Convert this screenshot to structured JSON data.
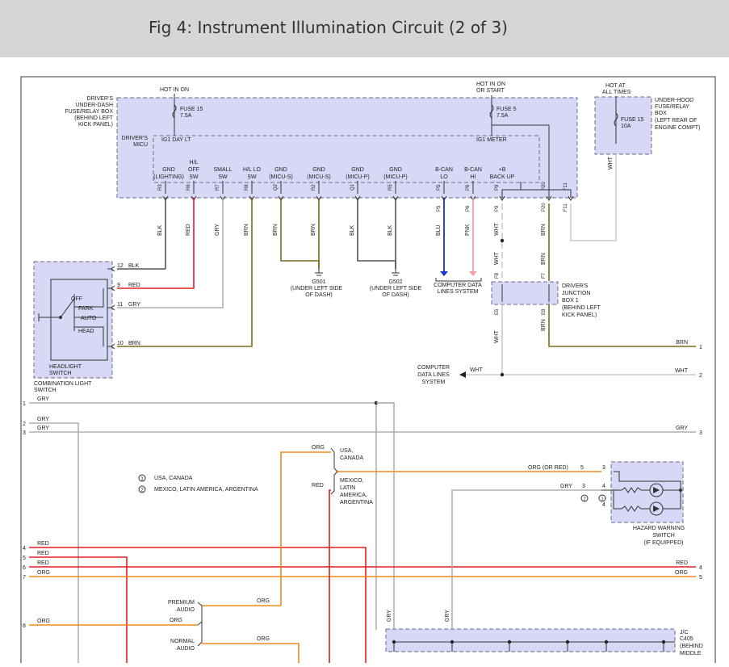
{
  "figure": {
    "title": "Fig 4: Instrument Illumination Circuit (2 of 3)"
  },
  "colors": {
    "header_bg": "#d6d6d6",
    "component_fill": "#d7d8f5",
    "component_stroke": "#6b6b8f",
    "wire_black": "#555555",
    "wire_red": "#e02020",
    "wire_gray": "#b0b0b0",
    "wire_brown": "#7a6a20",
    "wire_blue": "#1a2ecc",
    "wire_pink": "#f0a0a0",
    "wire_white": "#cccccc",
    "wire_orange": "#f08a1c"
  },
  "micu": {
    "label": [
      "DRIVER'S",
      "UNDER-DASH",
      "FUSE/RELAY BOX",
      "(BEHIND LEFT",
      "KICK PANEL)"
    ],
    "micu_label": [
      "DRIVER'S",
      "MICU"
    ],
    "hot_in_on": "HOT IN ON",
    "hot_in_on_start": [
      "HOT IN ON",
      "OR START"
    ],
    "fuse15": [
      "FUSE 15",
      "7.5A"
    ],
    "fuse5": [
      "FUSE 5",
      "7.5A"
    ],
    "ig1_day_lt": "IG1 DAY LT",
    "ig1_meter": "IG1 METER",
    "terminals": [
      {
        "name": [
          "GND",
          "(LIGHTING)"
        ],
        "pin": "R3",
        "wire": "BLK"
      },
      {
        "name": [
          "H/L",
          "OFF",
          "SW"
        ],
        "pin": "R6",
        "wire": "RED"
      },
      {
        "name": [
          "SMALL",
          "SW"
        ],
        "pin": "R7",
        "wire": "GRY"
      },
      {
        "name": [
          "H/L LO",
          "SW"
        ],
        "pin": "R8",
        "wire": "BRN"
      },
      {
        "name": [
          "GND",
          "(MICU-S)"
        ],
        "pin": "Q2",
        "wire": "BRN"
      },
      {
        "name": [
          "GND",
          "(MICU-S)"
        ],
        "pin": "R2",
        "wire": "BRN"
      },
      {
        "name": [
          "GND",
          "(MICU-P)"
        ],
        "pin": "Q1",
        "wire": "BLK"
      },
      {
        "name": [
          "GND",
          "(MICU-P)"
        ],
        "pin": "R5",
        "wire": "BLK"
      },
      {
        "name": [
          "B-CAN",
          "LO"
        ],
        "pin": "P5",
        "wire": "BLU"
      },
      {
        "name": [
          "B-CAN",
          "HI"
        ],
        "pin": "P6",
        "wire": "PNK"
      },
      {
        "name": [
          "+B",
          "BACK UP"
        ],
        "pin": "P9",
        "wire": "WHT"
      },
      {
        "name": [],
        "pin": "P20",
        "wire": "BRN"
      },
      {
        "name": [],
        "pin": "F11",
        "wire": "WHT"
      }
    ]
  },
  "underhood": {
    "hot": [
      "HOT AT",
      "ALL TIMES"
    ],
    "fuse": [
      "FUSE 15",
      "10A"
    ],
    "label": [
      "UNDER-HOOD",
      "FUSE/RELAY",
      "BOX",
      "(LEFT REAR OF",
      "ENGINE COMPT)"
    ],
    "wire": "WHT"
  },
  "grounds": [
    {
      "id": "G501",
      "desc": [
        "(UNDER LEFT SIDE",
        "OF DASH)"
      ]
    },
    {
      "id": "G502",
      "desc": [
        "(UNDER LEFT SIDE",
        "OF DASH)"
      ]
    }
  ],
  "computer_data_lines": [
    "COMPUTER DATA",
    "LINES SYSTEM"
  ],
  "computer_data_lines2": [
    "COMPUTER",
    "DATA LINES",
    "SYSTEM"
  ],
  "junction_box": {
    "label": [
      "DRIVER'S",
      "JUNCTION",
      "BOX 1",
      "(BEHIND LEFT",
      "KICK PANEL)"
    ],
    "pins": [
      "F8",
      "F7",
      "E5",
      "E8"
    ]
  },
  "headlight_switch": {
    "label": [
      "HEADLIGHT",
      "SWITCH"
    ],
    "combo_label": [
      "COMBINATION LIGHT",
      "SWITCH"
    ],
    "positions": [
      "OFF",
      "PARK",
      "AUTO",
      "HEAD"
    ],
    "pins": [
      {
        "pin": "12",
        "wire": "BLK"
      },
      {
        "pin": "9",
        "wire": "RED"
      },
      {
        "pin": "11",
        "wire": "GRY"
      },
      {
        "pin": "10",
        "wire": "BRN"
      }
    ]
  },
  "legend": [
    {
      "num": "1",
      "text": "USA, CANADA"
    },
    {
      "num": "2",
      "text": "MEXICO, LATIN AMERICA, ARGENTINA"
    }
  ],
  "region_labels": {
    "usa": [
      "USA,",
      "CANADA"
    ],
    "mexico": [
      "MEXICO,",
      "LATIN",
      "AMERICA,",
      "ARGENTINA"
    ]
  },
  "hazard": {
    "label": [
      "HAZARD WARNING",
      "SWITCH",
      "(IF EQUIPPED)"
    ],
    "pins": [
      "5",
      "3",
      "3",
      "4",
      "4"
    ],
    "wires": [
      "ORG (OR RED)",
      "GRY"
    ],
    "circled": [
      "2",
      "1"
    ]
  },
  "audio": {
    "premium": [
      "PREMIUM",
      "AUDIO"
    ],
    "normal": [
      "NORMAL",
      "AUDIO"
    ]
  },
  "jc": {
    "label": [
      "J/C",
      "C405",
      "(BEHIND",
      "MIDDLE"
    ]
  },
  "edge_left": [
    {
      "num": "1",
      "wire": "GRY"
    },
    {
      "num": "2",
      "wire": "GRY"
    },
    {
      "num": "3",
      "wire": "GRY"
    },
    {
      "num": "4",
      "wire": "RED"
    },
    {
      "num": "5",
      "wire": "RED"
    },
    {
      "num": "6",
      "wire": "RED"
    },
    {
      "num": "7",
      "wire": "ORG"
    },
    {
      "num": "8",
      "wire": "ORG"
    }
  ],
  "edge_right": [
    {
      "num": "1",
      "wire": "BRN"
    },
    {
      "num": "2",
      "wire": "WHT"
    },
    {
      "num": "3",
      "wire": "GRY"
    },
    {
      "num": "4",
      "wire": "RED"
    },
    {
      "num": "5",
      "wire": "ORG"
    }
  ],
  "misc_wire_labels": {
    "red": "RED",
    "org": "ORG",
    "gry": "GRY",
    "wht": "WHT",
    "brn": "BRN"
  }
}
